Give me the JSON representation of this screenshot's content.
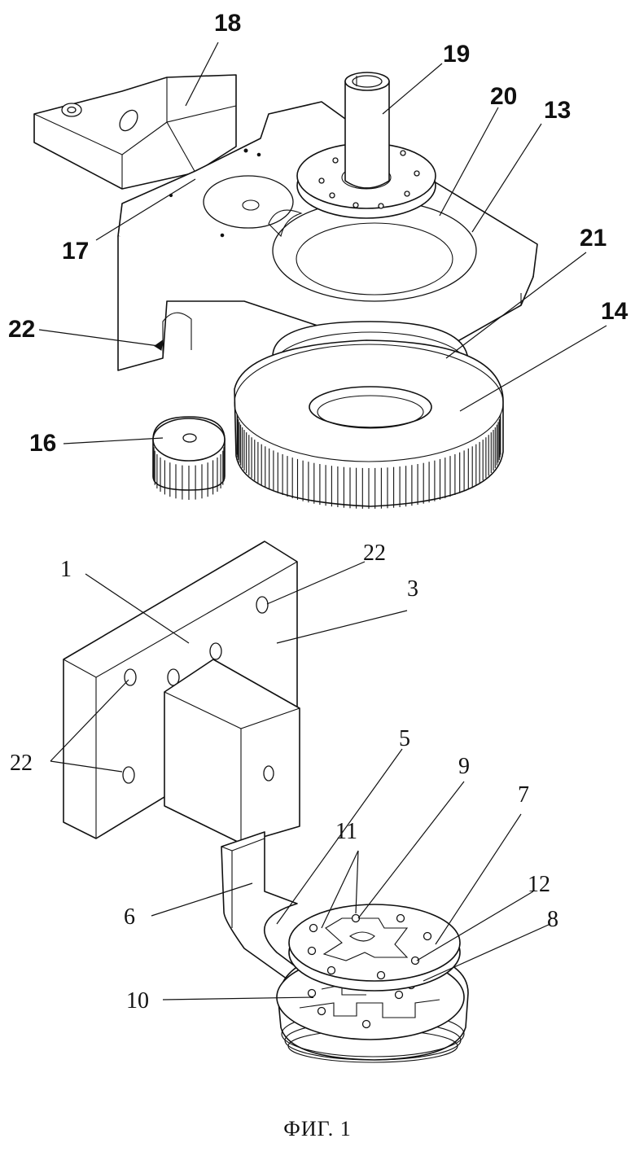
{
  "figure": {
    "caption": "ФИГ. 1",
    "upper_labels": [
      "18",
      "19",
      "20",
      "13",
      "17",
      "21",
      "22",
      "14",
      "16"
    ],
    "lower_labels": [
      "1",
      "22",
      "3",
      "22",
      "5",
      "9",
      "7",
      "11",
      "12",
      "8",
      "6",
      "10"
    ]
  },
  "colors": {
    "ink": "#111111",
    "paper": "#ffffff"
  }
}
